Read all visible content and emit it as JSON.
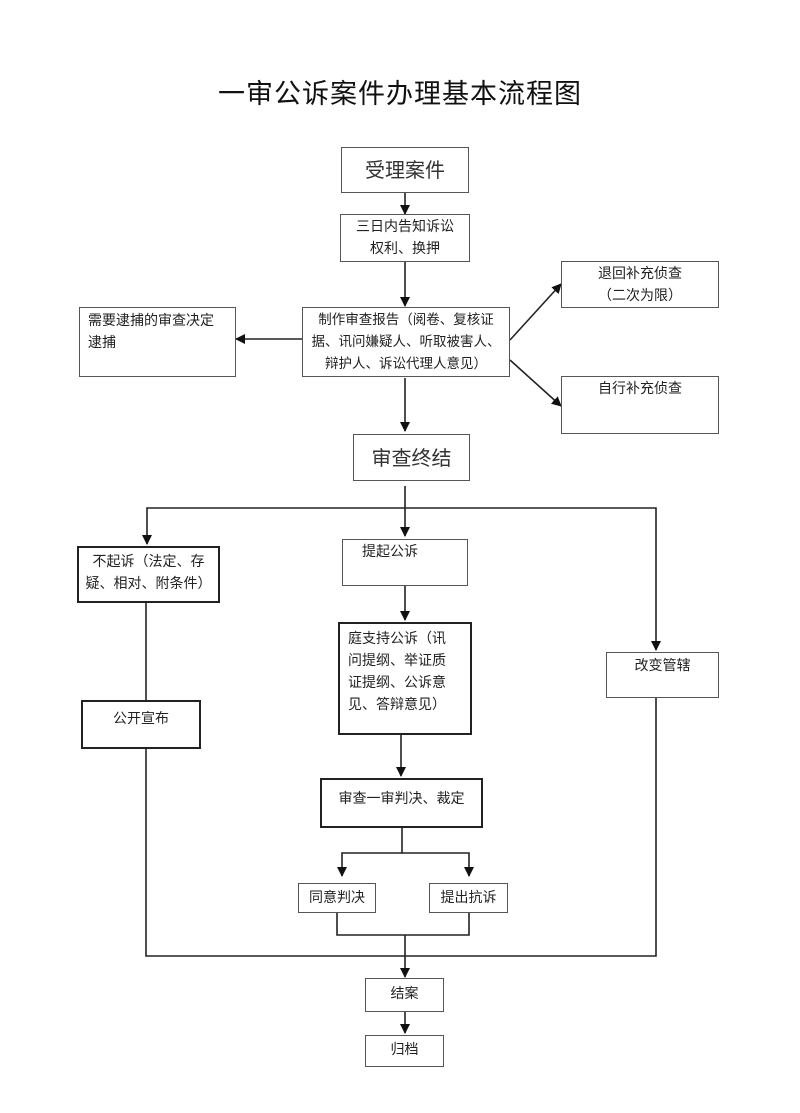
{
  "title": "一审公诉案件办理基本流程图",
  "nodes": {
    "accept_case": "受理案件",
    "notify_rights": "三日内告知诉讼权利、换押",
    "review_report": "制作审查报告（阅卷、复核证据、讯问嫌疑人、听取被害人、辩护人、诉讼代理人意见）",
    "arrest_review": "需要逮捕的审查决定逮捕",
    "return_investigation": "退回补充侦查（二次为限）",
    "self_investigation": "自行补充侦查",
    "review_conclude": "审查终结",
    "no_prosecution": "不起诉（法定、存疑、相对、附条件）",
    "public_announce": "公开宣布",
    "file_prosecution": "提起公诉",
    "court_support": "庭支持公诉（讯问提纲、举证质证提纲、公诉意见、答辩意见）",
    "change_jurisdiction": "改变管辖",
    "review_judgment": "审查一审判决、裁定",
    "agree_judgment": "同意判决",
    "file_protest": "提出抗诉",
    "close_case": "结案",
    "archive": "归档"
  },
  "node_lines": {
    "notify_rights": [
      "三日内告知诉讼",
      "权利、换押"
    ],
    "review_report": [
      "制作审查报告（阅卷、复核证",
      "据、讯问嫌疑人、听取被害人、",
      "辩护人、诉讼代理人意见）"
    ],
    "arrest_review": [
      "需要逮捕的审查决定",
      "逮捕"
    ],
    "return_investigation": [
      "退回补充侦查",
      "（二次为限）"
    ],
    "no_prosecution": [
      "不起诉（法定、存",
      "疑、相对、附条件）"
    ],
    "court_support": [
      "庭支持公诉（讯",
      "问提纲、举证质",
      "证提纲、公诉意",
      "见、答辩意见）"
    ]
  },
  "edges": [
    [
      "accept_case",
      "notify_rights"
    ],
    [
      "notify_rights",
      "review_report"
    ],
    [
      "review_report",
      "arrest_review"
    ],
    [
      "review_report",
      "return_investigation"
    ],
    [
      "review_report",
      "self_investigation"
    ],
    [
      "review_report",
      "review_conclude"
    ],
    [
      "review_conclude",
      "no_prosecution"
    ],
    [
      "review_conclude",
      "file_prosecution"
    ],
    [
      "review_conclude",
      "change_jurisdiction"
    ],
    [
      "no_prosecution",
      "public_announce"
    ],
    [
      "file_prosecution",
      "court_support"
    ],
    [
      "court_support",
      "review_judgment"
    ],
    [
      "review_judgment",
      "agree_judgment"
    ],
    [
      "review_judgment",
      "file_protest"
    ],
    [
      "agree_judgment",
      "close_case"
    ],
    [
      "file_protest",
      "close_case"
    ],
    [
      "public_announce",
      "close_case"
    ],
    [
      "change_jurisdiction",
      "close_case"
    ],
    [
      "close_case",
      "archive"
    ]
  ]
}
